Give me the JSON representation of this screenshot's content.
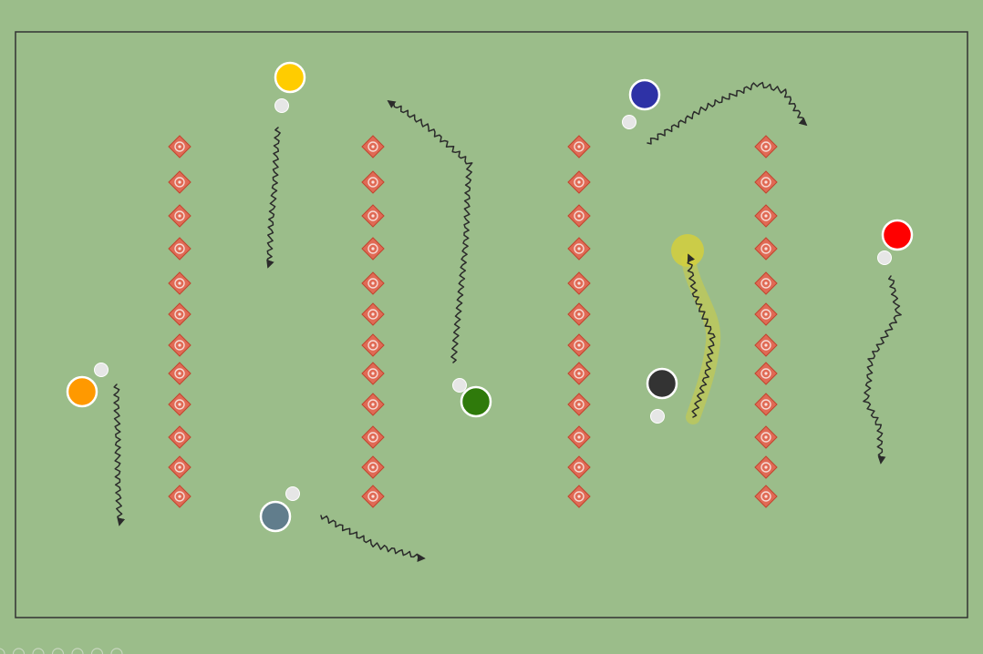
{
  "drill": {
    "colors": {
      "pitch": "#9bbd8a",
      "boundary": "#333333",
      "cone_fill": "#e06a55",
      "cone_edge": "#c2432e",
      "player_outline": "#ffffff",
      "ball": "#e6e6e6",
      "path": "#2b2b2b",
      "highlight": "#d4cf3c"
    },
    "cone_columns": [
      {
        "name": "cone-column-1",
        "count": 12
      },
      {
        "name": "cone-column-2",
        "count": 12
      },
      {
        "name": "cone-column-3",
        "count": 12
      },
      {
        "name": "cone-column-4",
        "count": 12
      }
    ],
    "players": [
      {
        "name": "player-yellow",
        "color": "#ffcc00"
      },
      {
        "name": "player-blue",
        "color": "#2e32a6"
      },
      {
        "name": "player-red",
        "color": "#ff0000"
      },
      {
        "name": "player-orange",
        "color": "#ff9900"
      },
      {
        "name": "player-green",
        "color": "#2f7a0b"
      },
      {
        "name": "player-slate",
        "color": "#617d8c"
      },
      {
        "name": "player-black",
        "color": "#333333"
      }
    ],
    "page_dots": 7
  }
}
